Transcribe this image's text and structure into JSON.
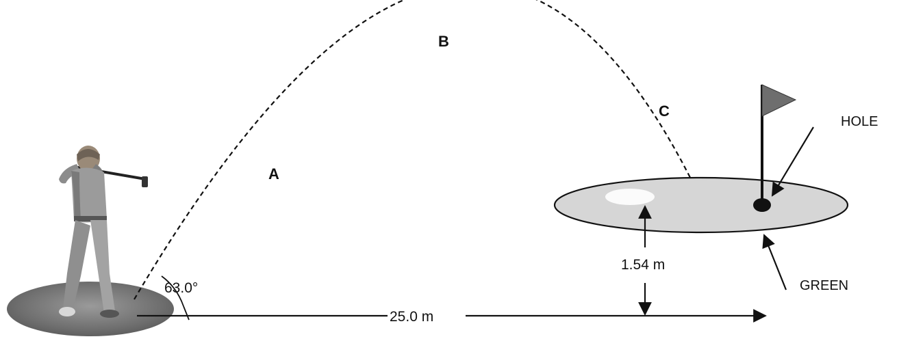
{
  "diagram": {
    "points": {
      "a": "A",
      "b": "B",
      "c": "C"
    },
    "measurements": {
      "launch_angle": "63.0°",
      "horizontal_distance": "25.0 m",
      "green_height": "1.54 m"
    },
    "callouts": {
      "hole": "HOLE",
      "green": "GREEN"
    },
    "icons": {
      "golfer": "golfer-silhouette",
      "flag": "flag-icon",
      "hole": "hole-dot"
    }
  }
}
